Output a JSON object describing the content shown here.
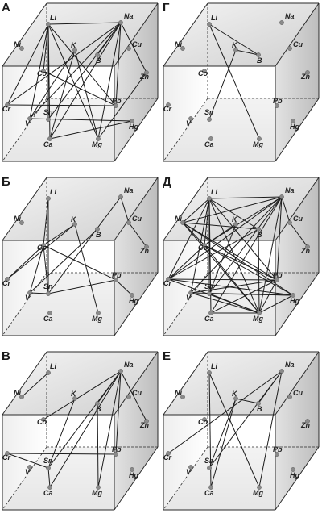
{
  "nodes": {
    "Li": {
      "label": "Li"
    },
    "Na": {
      "label": "Na"
    },
    "Ni": {
      "label": "Ni"
    },
    "Cu": {
      "label": "Cu"
    },
    "Co": {
      "label": "Co"
    },
    "K": {
      "label": "K"
    },
    "B": {
      "label": "B"
    },
    "Zn": {
      "label": "Zn"
    },
    "Cr": {
      "label": "Cr"
    },
    "V": {
      "label": "V"
    },
    "Sn": {
      "label": "Sn"
    },
    "Pb": {
      "label": "Pb"
    },
    "Hg": {
      "label": "Hg"
    },
    "Ca": {
      "label": "Ca"
    },
    "Mg": {
      "label": "Mg"
    }
  },
  "panels": [
    {
      "letter": "А",
      "edges": [
        [
          "Li",
          "Na"
        ],
        [
          "Li",
          "Cr"
        ],
        [
          "Li",
          "V"
        ],
        [
          "Li",
          "Co"
        ],
        [
          "Li",
          "Sn"
        ],
        [
          "Li",
          "Ca"
        ],
        [
          "Li",
          "Mg"
        ],
        [
          "Li",
          "Pb"
        ],
        [
          "Na",
          "Cr"
        ],
        [
          "Na",
          "V"
        ],
        [
          "Na",
          "Sn"
        ],
        [
          "Na",
          "Ca"
        ],
        [
          "Na",
          "Mg"
        ],
        [
          "Na",
          "Pb"
        ],
        [
          "Na",
          "Zn"
        ],
        [
          "Na",
          "B"
        ],
        [
          "Co",
          "Pb"
        ],
        [
          "K",
          "V"
        ],
        [
          "K",
          "Mg"
        ],
        [
          "K",
          "Ca"
        ],
        [
          "Cr",
          "Pb"
        ],
        [
          "V",
          "Hg"
        ],
        [
          "Ca",
          "Hg"
        ],
        [
          "Mg",
          "Zn"
        ]
      ]
    },
    {
      "letter": "Г",
      "edges": [
        [
          "Li",
          "B"
        ],
        [
          "Li",
          "Mg"
        ],
        [
          "K",
          "B"
        ],
        [
          "K",
          "Sn"
        ]
      ]
    },
    {
      "letter": "Б",
      "edges": [
        [
          "Li",
          "Co"
        ],
        [
          "Li",
          "Sn"
        ],
        [
          "K",
          "Co"
        ],
        [
          "K",
          "Mg"
        ],
        [
          "K",
          "Cr"
        ],
        [
          "Co",
          "V"
        ],
        [
          "Co",
          "Sn"
        ],
        [
          "Co",
          "Pb"
        ],
        [
          "Na",
          "Cu"
        ],
        [
          "Na",
          "Sn"
        ],
        [
          "Cu",
          "Zn"
        ],
        [
          "B",
          "V"
        ],
        [
          "V",
          "Sn"
        ],
        [
          "Sn",
          "Pb"
        ],
        [
          "Pb",
          "Hg"
        ],
        [
          "Cr",
          "Co"
        ]
      ]
    },
    {
      "letter": "Д",
      "edges": [
        [
          "Li",
          "Na"
        ],
        [
          "Li",
          "Ni"
        ],
        [
          "Li",
          "Cr"
        ],
        [
          "Li",
          "V"
        ],
        [
          "Li",
          "Co"
        ],
        [
          "Li",
          "Sn"
        ],
        [
          "Li",
          "Ca"
        ],
        [
          "Li",
          "Mg"
        ],
        [
          "Li",
          "Pb"
        ],
        [
          "Li",
          "B"
        ],
        [
          "Na",
          "Ni"
        ],
        [
          "Na",
          "Cr"
        ],
        [
          "Na",
          "V"
        ],
        [
          "Na",
          "Co"
        ],
        [
          "Na",
          "Sn"
        ],
        [
          "Na",
          "Ca"
        ],
        [
          "Na",
          "Mg"
        ],
        [
          "Na",
          "Cu"
        ],
        [
          "Na",
          "Pb"
        ],
        [
          "Ni",
          "Co"
        ],
        [
          "Ni",
          "Pb"
        ],
        [
          "Ni",
          "Hg"
        ],
        [
          "Ni",
          "Mg"
        ],
        [
          "Ni",
          "B"
        ],
        [
          "Cr",
          "Co"
        ],
        [
          "Cr",
          "B"
        ],
        [
          "Cr",
          "Mg"
        ],
        [
          "Cr",
          "Pb"
        ],
        [
          "Cr",
          "Hg"
        ],
        [
          "Co",
          "Mg"
        ],
        [
          "Co",
          "Hg"
        ],
        [
          "Co",
          "Pb"
        ],
        [
          "Co",
          "K"
        ],
        [
          "V",
          "Mg"
        ],
        [
          "V",
          "Pb"
        ],
        [
          "V",
          "Hg"
        ],
        [
          "Sn",
          "Mg"
        ],
        [
          "Sn",
          "Hg"
        ],
        [
          "Ca",
          "Pb"
        ],
        [
          "Ca",
          "Mg"
        ],
        [
          "Mg",
          "Pb"
        ],
        [
          "Mg",
          "Hg"
        ],
        [
          "Cu",
          "Zn"
        ],
        [
          "K",
          "Sn"
        ],
        [
          "B",
          "Mg"
        ]
      ]
    },
    {
      "letter": "В",
      "edges": [
        [
          "Li",
          "Ni"
        ],
        [
          "Na",
          "Co"
        ],
        [
          "Na",
          "Mg"
        ],
        [
          "Na",
          "Ca"
        ],
        [
          "Na",
          "Pb"
        ],
        [
          "Na",
          "B"
        ],
        [
          "Na",
          "Sn"
        ],
        [
          "Na",
          "Zn"
        ],
        [
          "K",
          "Sn"
        ],
        [
          "Cr",
          "Pb"
        ],
        [
          "Cr",
          "Sn"
        ],
        [
          "Sn",
          "Ca"
        ],
        [
          "B",
          "Mg"
        ]
      ]
    },
    {
      "letter": "Е",
      "edges": [
        [
          "Na",
          "Cr"
        ],
        [
          "Na",
          "Sn"
        ],
        [
          "Na",
          "Mg"
        ],
        [
          "Na",
          "B"
        ],
        [
          "Li",
          "Mg"
        ],
        [
          "Li",
          "Ca"
        ],
        [
          "K",
          "Ca"
        ],
        [
          "K",
          "Sn"
        ],
        [
          "K",
          "B"
        ]
      ]
    }
  ]
}
